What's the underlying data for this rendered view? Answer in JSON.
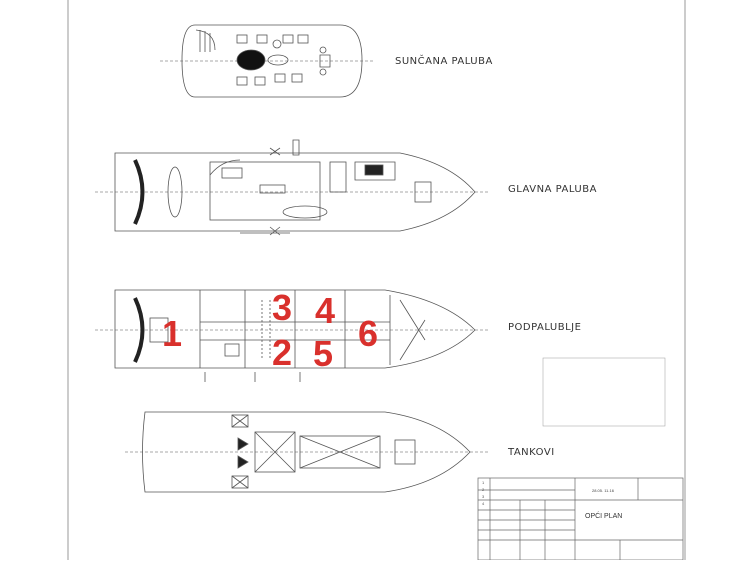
{
  "decks": {
    "sun": "SUNČANA PALUBA",
    "main": "GLAVNA PALUBA",
    "lower": "PODPALUBLJE",
    "tanks": "TANKOVI"
  },
  "cabins": [
    "1",
    "2",
    "3",
    "4",
    "5",
    "6"
  ],
  "title_block": {
    "plan_title": "OPĆI PLAN",
    "date": "28.05. 11.16",
    "grid_rows": [
      "1",
      "2",
      "3",
      "4"
    ]
  },
  "colors": {
    "line": "#555555",
    "cabin_number": "#d9302c",
    "paper": "#ffffff"
  }
}
